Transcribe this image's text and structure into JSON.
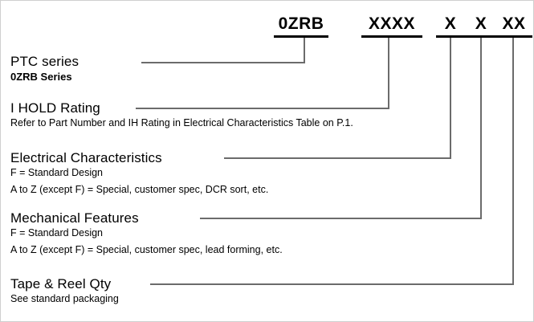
{
  "diagram": {
    "type": "part-number-breakdown",
    "line_color": "#6b6b6b",
    "rule_color": "#000000",
    "border_color": "#cfcfcf",
    "part_code_segments": [
      {
        "label": "0ZRB",
        "meaning": "PTC series"
      },
      {
        "label": "XXXX",
        "meaning": "I HOLD Rating"
      },
      {
        "label": "X",
        "meaning": "Electrical Characteristics"
      },
      {
        "label": "X",
        "meaning": "Mechanical Features"
      },
      {
        "label": "XX",
        "meaning": "Tape & Reel Qty"
      }
    ],
    "sections": [
      {
        "heading": "PTC series",
        "lines": [
          {
            "text": "0ZRB Series",
            "style": "bold"
          }
        ]
      },
      {
        "heading": "I HOLD Rating",
        "lines": [
          {
            "text": "Refer to Part Number and IH Rating in Electrical Characteristics Table on P.1.",
            "style": "note"
          }
        ]
      },
      {
        "heading": "Electrical Characteristics",
        "lines": [
          {
            "text": "F = Standard Design",
            "style": "plain"
          },
          {
            "text": "A to Z (except F) = Special, customer spec, DCR sort, etc.",
            "style": "plain"
          }
        ]
      },
      {
        "heading": "Mechanical Features",
        "lines": [
          {
            "text": "F = Standard Design",
            "style": "plain"
          },
          {
            "text": "A to Z (except F) = Special, customer spec, lead forming, etc.",
            "style": "plain"
          }
        ]
      },
      {
        "heading": "Tape & Reel Qty",
        "lines": [
          {
            "text": "See standard packaging",
            "style": "plain"
          }
        ]
      }
    ]
  }
}
